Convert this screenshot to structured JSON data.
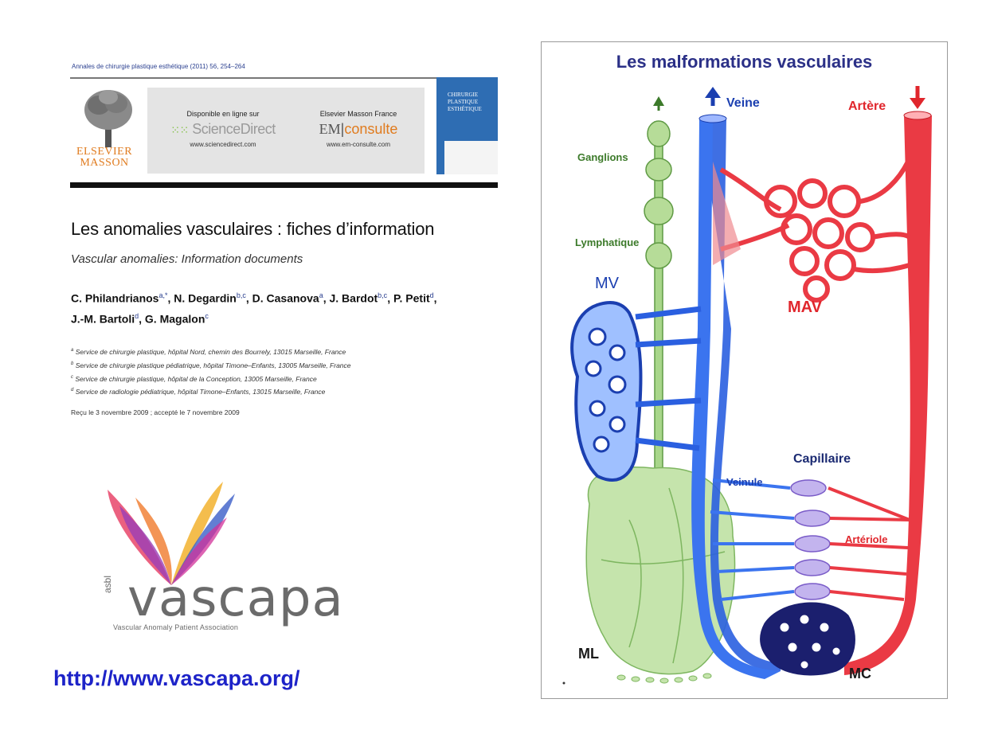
{
  "article": {
    "journal": "Annales de chirurgie plastique esthétique (2011) 56, 254–264",
    "publisher_logo": "ELSEVIER MASSON",
    "sd_available": "Disponible en ligne sur",
    "sd_brand": "ScienceDirect",
    "sd_url": "www.sciencedirect.com",
    "em_publisher": "Elsevier Masson France",
    "em_brand_em": "EM",
    "em_brand_rest": "consulte",
    "em_url": "www.em-consulte.com",
    "cover_text": "CHIRURGIE PLASTIQUE ESTHÉTIQUE",
    "title": "Les anomalies vasculaires : fiches d’information",
    "subtitle": "Vascular anomalies: Information documents",
    "authors_line1": [
      {
        "name": "C. Philandrianos",
        "sup": "a,*"
      },
      {
        "name": "N. Degardin",
        "sup": "b,c"
      },
      {
        "name": "D. Casanova",
        "sup": "a"
      },
      {
        "name": "J. Bardot",
        "sup": "b,c"
      },
      {
        "name": "P. Petit",
        "sup": "d"
      }
    ],
    "authors_line2": [
      {
        "name": "J.-M. Bartoli",
        "sup": "d"
      },
      {
        "name": "G. Magalon",
        "sup": "c"
      }
    ],
    "affiliations": [
      {
        "sup": "a",
        "text": "Service de chirurgie plastique, hôpital Nord, chemin des Bourrely, 13015 Marseille, France"
      },
      {
        "sup": "b",
        "text": "Service de chirurgie plastique pédiatrique, hôpital Timone–Enfants, 13005 Marseille, France"
      },
      {
        "sup": "c",
        "text": "Service de chirurgie plastique, hôpital de la Conception, 13005 Marseille, France"
      },
      {
        "sup": "d",
        "text": "Service de radiologie pédiatrique, hôpital Timone–Enfants, 13015 Marseille, France"
      }
    ],
    "received": "Reçu le 3 novembre 2009 ; accepté le 7 novembre 2009"
  },
  "vascapa": {
    "asbl": "asbl",
    "wordmark": "vascapa",
    "tagline": "Vascular Anomaly Patient Association",
    "url": "http://www.vascapa.org/"
  },
  "diagram": {
    "title": "Les malformations vasculaires",
    "labels": {
      "veine": "Veine",
      "artere": "Artère",
      "ganglions": "Ganglions",
      "lymphatique": "Lymphatique",
      "mv": "MV",
      "mav": "MAV",
      "capillaire": "Capillaire",
      "veinule": "Veinule",
      "arteriole": "Artériole",
      "ml": "ML",
      "mc": "MC"
    },
    "colors": {
      "vein": "#2a5fe0",
      "artery": "#ea3a44",
      "lymph": "#8cc66e",
      "capillary": "#9a7fd6",
      "mc": "#1b1f6e"
    }
  }
}
